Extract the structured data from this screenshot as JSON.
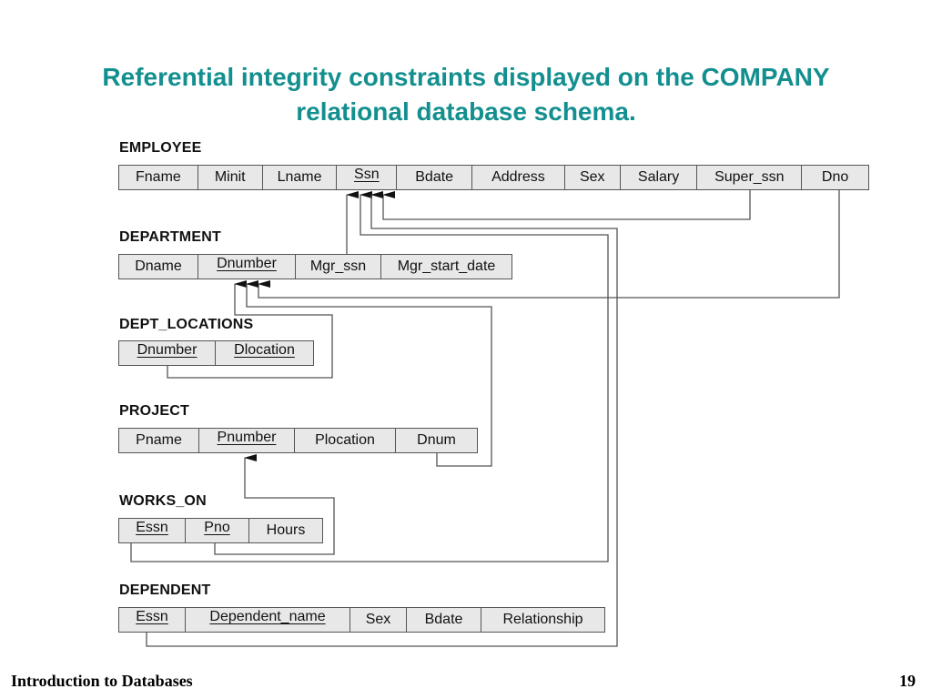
{
  "title": {
    "line1": "Referential integrity constraints displayed on the COMPANY",
    "line2": "relational database schema."
  },
  "relations": {
    "employee": {
      "name": "EMPLOYEE",
      "attributes": [
        "Fname",
        "Minit",
        "Lname",
        "Ssn",
        "Bdate",
        "Address",
        "Sex",
        "Salary",
        "Super_ssn",
        "Dno"
      ],
      "primary_key": [
        "Ssn"
      ]
    },
    "department": {
      "name": "DEPARTMENT",
      "attributes": [
        "Dname",
        "Dnumber",
        "Mgr_ssn",
        "Mgr_start_date"
      ],
      "primary_key": [
        "Dnumber"
      ]
    },
    "dept_locations": {
      "name": "DEPT_LOCATIONS",
      "attributes": [
        "Dnumber",
        "Dlocation"
      ],
      "primary_key": [
        "Dnumber",
        "Dlocation"
      ]
    },
    "project": {
      "name": "PROJECT",
      "attributes": [
        "Pname",
        "Pnumber",
        "Plocation",
        "Dnum"
      ],
      "primary_key": [
        "Pnumber"
      ]
    },
    "works_on": {
      "name": "WORKS_ON",
      "attributes": [
        "Essn",
        "Pno",
        "Hours"
      ],
      "primary_key": [
        "Essn",
        "Pno"
      ]
    },
    "dependent": {
      "name": "DEPENDENT",
      "attributes": [
        "Essn",
        "Dependent_name",
        "Sex",
        "Bdate",
        "Relationship"
      ],
      "primary_key": [
        "Essn",
        "Dependent_name"
      ]
    }
  },
  "colors": {
    "title": "#138f8f",
    "cell_fill": "#e8e8e8",
    "line": "#555555"
  },
  "footer": {
    "course": "Introduction to Databases",
    "page": "19"
  }
}
